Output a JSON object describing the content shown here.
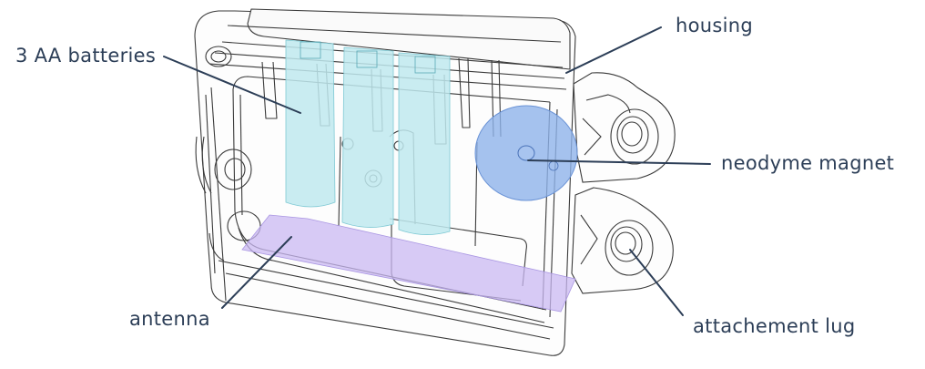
{
  "labels": {
    "housing": "housing",
    "batteries": "3 AA batteries",
    "magnet": "neodyme magnet",
    "antenna": "antenna",
    "lug": "attachement lug"
  },
  "colors": {
    "label_text": "#2c3e57",
    "leader_line": "#2c3e57",
    "outline": "#3a3a3a",
    "battery_fill": "#bfe9ef",
    "magnet_fill": "#8fb3ea",
    "antenna_fill": "#c9b8f2"
  }
}
